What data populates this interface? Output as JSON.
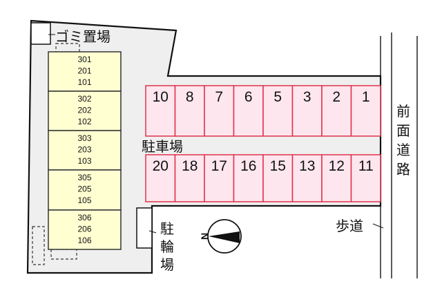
{
  "labels": {
    "garbage": "ゴミ置場",
    "parking": "駐車場",
    "bicycle": [
      "駐",
      "輪",
      "場"
    ],
    "sidewalk": "歩道",
    "front_road": [
      "前",
      "面",
      "道",
      "路"
    ],
    "north": "N"
  },
  "buildings": [
    [
      "301",
      "201",
      "101"
    ],
    [
      "302",
      "202",
      "102"
    ],
    [
      "303",
      "203",
      "103"
    ],
    [
      "305",
      "205",
      "105"
    ],
    [
      "306",
      "206",
      "106"
    ]
  ],
  "parking_top": [
    "10",
    "8",
    "7",
    "6",
    "5",
    "3",
    "2",
    "1"
  ],
  "parking_bottom": [
    "20",
    "18",
    "17",
    "16",
    "15",
    "13",
    "12",
    "11"
  ],
  "colors": {
    "lot": "#efefef",
    "building": "#ffffd2",
    "parking_fill": "#fde6ee",
    "parking_stroke": "#e0304a"
  }
}
